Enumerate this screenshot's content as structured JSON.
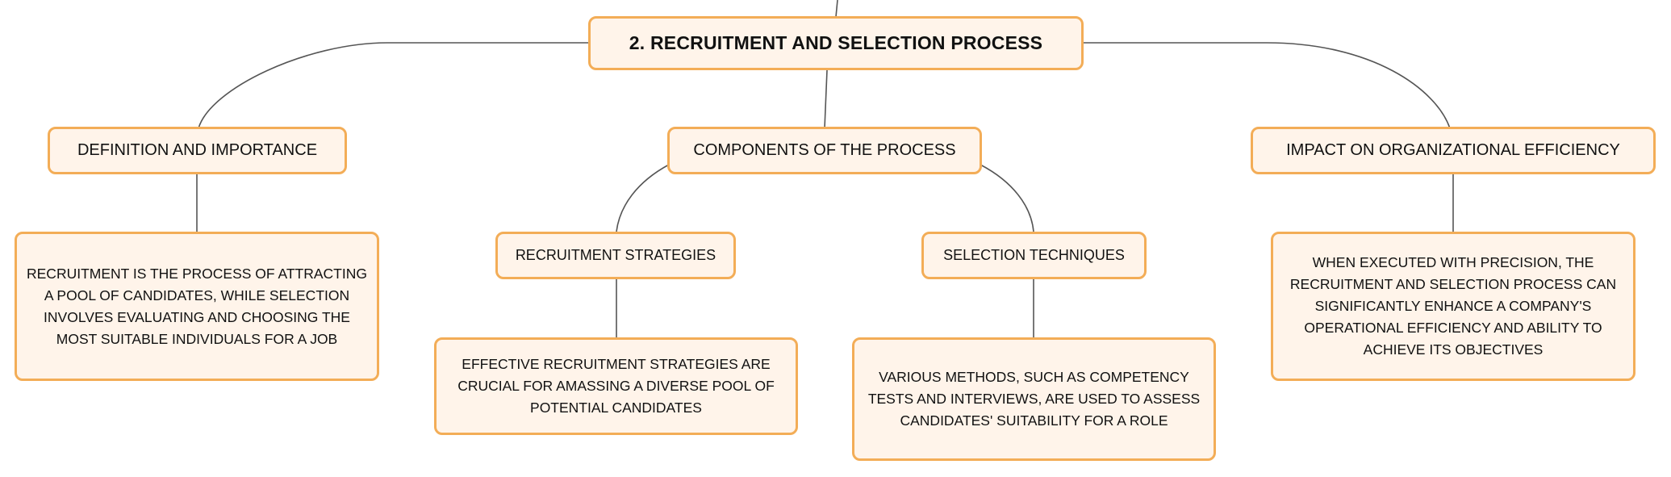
{
  "colors": {
    "node_fill": "#fff4ea",
    "node_border": "#f3ad57",
    "connector": "#555555",
    "text": "#111111"
  },
  "root": {
    "label": "2. RECRUITMENT AND SELECTION PROCESS"
  },
  "branches": [
    {
      "label": "DEFINITION AND IMPORTANCE",
      "detail": "RECRUITMENT IS THE PROCESS OF ATTRACTING A POOL OF CANDIDATES, WHILE SELECTION INVOLVES EVALUATING AND CHOOSING THE MOST SUITABLE INDIVIDUALS FOR A JOB"
    },
    {
      "label": "COMPONENTS OF THE PROCESS",
      "children": [
        {
          "label": "RECRUITMENT STRATEGIES",
          "detail": "EFFECTIVE RECRUITMENT STRATEGIES ARE CRUCIAL FOR AMASSING A DIVERSE POOL OF POTENTIAL CANDIDATES"
        },
        {
          "label": "SELECTION TECHNIQUES",
          "detail": "VARIOUS METHODS, SUCH AS COMPETENCY TESTS AND INTERVIEWS, ARE USED TO ASSESS CANDIDATES' SUITABILITY FOR A ROLE"
        }
      ]
    },
    {
      "label": "IMPACT ON ORGANIZATIONAL EFFICIENCY",
      "detail": "WHEN EXECUTED WITH PRECISION, THE RECRUITMENT AND SELECTION PROCESS CAN SIGNIFICANTLY ENHANCE A COMPANY'S OPERATIONAL EFFICIENCY AND ABILITY TO ACHIEVE ITS OBJECTIVES"
    }
  ]
}
